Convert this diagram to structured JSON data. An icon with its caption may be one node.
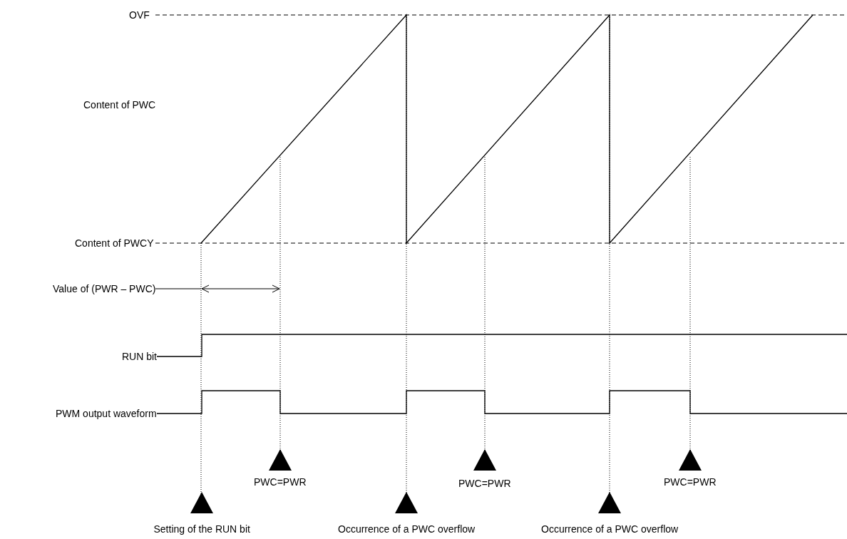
{
  "diagram": {
    "labels": [
      "OVF",
      "Content of PWC",
      "Content of PWCY",
      "Value of (PWR – PWC)",
      "RUN bit",
      "PWM output waveform",
      "PWC=PWR",
      "PWC=PWR",
      "PWC=PWR",
      "Setting of the RUN bit",
      "Occurrence of a PWC overflow",
      "Occurrence of a PWC overflow"
    ]
  }
}
